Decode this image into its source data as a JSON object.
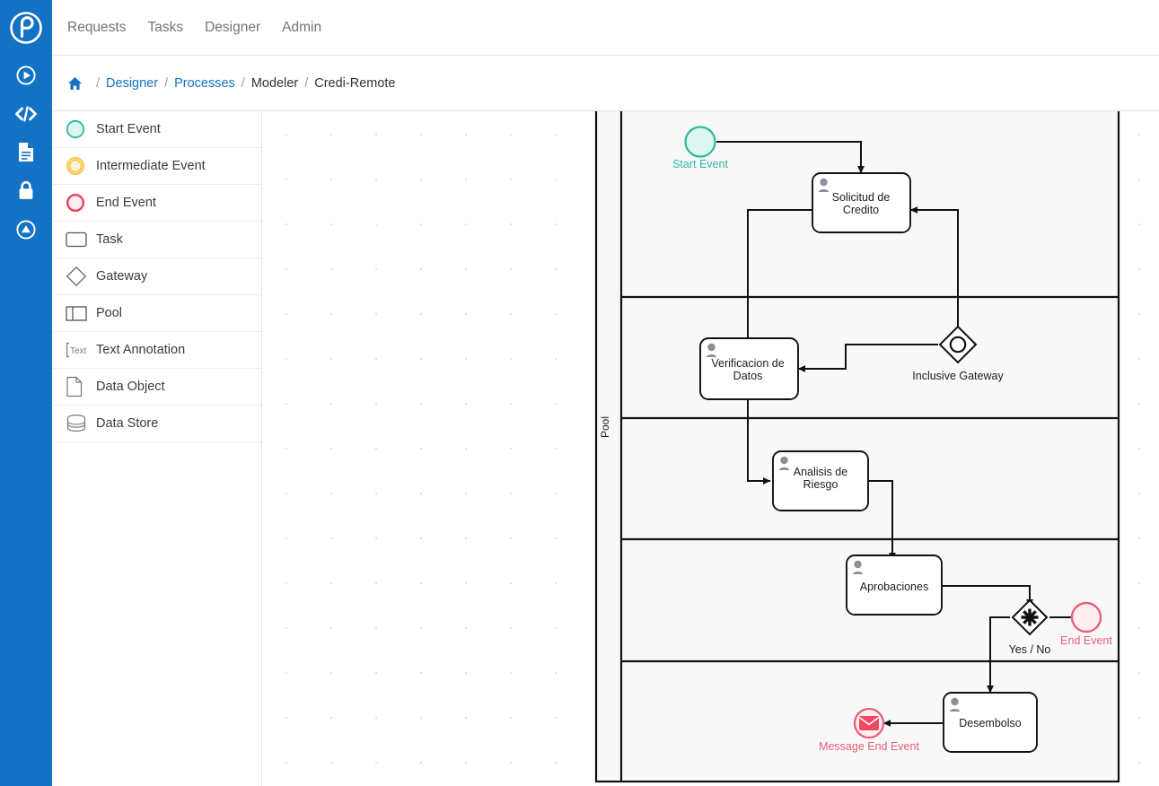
{
  "brand": {
    "logo_icon": "processmaker-logo-icon",
    "rail_color": "#1472c4"
  },
  "rail": {
    "items": [
      {
        "icon": "play-circle-icon",
        "name": "requests"
      },
      {
        "icon": "code-brackets-icon",
        "name": "scripts"
      },
      {
        "icon": "document-icon",
        "name": "screens"
      },
      {
        "icon": "lock-icon",
        "name": "permissions"
      },
      {
        "icon": "up-arrow-circle-icon",
        "name": "deploy"
      }
    ]
  },
  "topnav": {
    "items": [
      {
        "label": "Requests"
      },
      {
        "label": "Tasks"
      },
      {
        "label": "Designer"
      },
      {
        "label": "Admin"
      }
    ]
  },
  "breadcrumb": {
    "home_icon": "home-icon",
    "separator": "/",
    "items": [
      {
        "label": "Designer",
        "link": true
      },
      {
        "label": "Processes",
        "link": true
      },
      {
        "label": "Modeler",
        "link": false
      },
      {
        "label": "Credi-Remote",
        "link": false
      }
    ]
  },
  "palette": {
    "items": [
      {
        "label": "Start Event",
        "icon": "start-event-icon"
      },
      {
        "label": "Intermediate Event",
        "icon": "intermediate-event-icon"
      },
      {
        "label": "End Event",
        "icon": "end-event-icon"
      },
      {
        "label": "Task",
        "icon": "task-icon"
      },
      {
        "label": "Gateway",
        "icon": "gateway-icon"
      },
      {
        "label": "Pool",
        "icon": "pool-icon"
      },
      {
        "label": "Text Annotation",
        "icon": "text-annotation-icon"
      },
      {
        "label": "Data Object",
        "icon": "data-object-icon"
      },
      {
        "label": "Data Store",
        "icon": "data-store-icon"
      }
    ]
  },
  "diagram": {
    "pool_label": "Pool",
    "colors": {
      "start": "#2eb8a0",
      "start_fill": "#ddf6f1",
      "end": "#e8607a",
      "end_fill": "#fdeff1",
      "intermediate": "#f5c344",
      "stroke": "#111111",
      "lane_fill": "#f8f8f8"
    },
    "nodes": [
      {
        "id": "start",
        "type": "start-event",
        "label": "Start Event"
      },
      {
        "id": "t1",
        "type": "user-task",
        "label": "Solicitud de Credito"
      },
      {
        "id": "t2",
        "type": "user-task",
        "label": "Verificacion de Datos"
      },
      {
        "id": "gw1",
        "type": "inclusive-gateway",
        "label": "Inclusive Gateway"
      },
      {
        "id": "t3",
        "type": "user-task",
        "label": "Analisis de Riesgo"
      },
      {
        "id": "t4",
        "type": "user-task",
        "label": "Aprobaciones"
      },
      {
        "id": "gw2",
        "type": "complex-gateway",
        "label": "Yes / No"
      },
      {
        "id": "end1",
        "type": "end-event",
        "label": "End Event"
      },
      {
        "id": "t5",
        "type": "user-task",
        "label": "Desembolso"
      },
      {
        "id": "end2",
        "type": "message-end-event",
        "label": "Message End Event"
      }
    ]
  }
}
